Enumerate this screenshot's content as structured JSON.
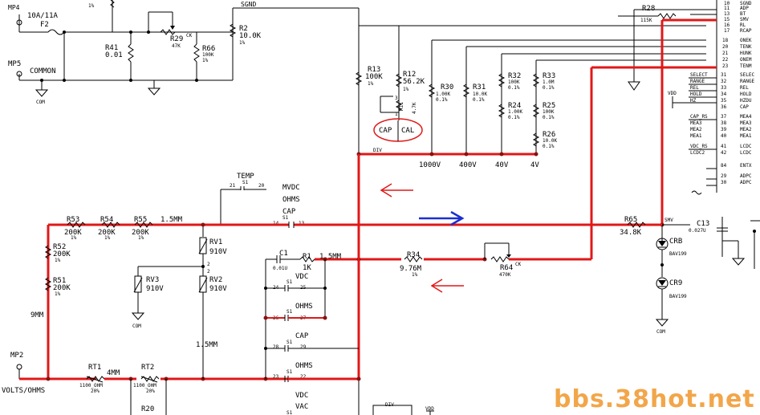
{
  "top": {
    "fuse_rating": "10A/11A",
    "fuse_ref": "F2",
    "mp4": "MP4",
    "mp5": "MP5",
    "common": "COMMON",
    "com": "COM",
    "r41_ref": "R41",
    "r41_val": "0.01",
    "r29_ref": "R29",
    "r29_val": "47K",
    "r66_ref": "R66",
    "r66_val": "100K",
    "r2_ref": "R2",
    "r2_val": "10.0K",
    "sgnd": "SGND",
    "pct": "1%",
    "ck": "CK"
  },
  "divider": {
    "r13_ref": "R13",
    "r13_val": "100K",
    "r12_ref": "R12",
    "r12_val": "56.2K",
    "r11_ref": "R11",
    "r11_val": "4.7K",
    "r30_ref": "R30",
    "r30_val": "1.00K",
    "r31_ref": "R31",
    "r31_val": "10.0K",
    "r32_ref": "R32",
    "r32_val": "100K",
    "r33_ref": "R33",
    "r33_val": "1.0M",
    "r24_ref": "R24",
    "r24_val": "1.00K",
    "r25_ref": "R25",
    "r25_val": "100K",
    "r26_ref": "R26",
    "r26_val": "10.0K",
    "tol": "0.1%",
    "div": "DIV",
    "cap_label": "CAP",
    "cal_label": "CAL",
    "ranges": [
      "1000V",
      "400V",
      "40V",
      "4V"
    ]
  },
  "right_ic": {
    "r28_ref": "R28",
    "r28_val": "115K",
    "vdd": "VDD",
    "pins_top": [
      {
        "n": "10",
        "name": "SGND"
      },
      {
        "n": "11",
        "name": "ADP"
      },
      {
        "n": "13",
        "name": "BT"
      },
      {
        "n": "15",
        "name": "SMV"
      },
      {
        "n": "16",
        "name": "RL"
      },
      {
        "n": "17",
        "name": "RCAP"
      }
    ],
    "pins_mid": [
      {
        "n": "18",
        "name": "ONEK"
      },
      {
        "n": "20",
        "name": "TENK"
      },
      {
        "n": "21",
        "name": "HUNK"
      },
      {
        "n": "22",
        "name": "ONEM"
      },
      {
        "n": "23",
        "name": "TENM"
      }
    ],
    "pins_ctrl": [
      {
        "sig": "SELECT",
        "n": "31",
        "name": "SELEC"
      },
      {
        "sig": "RANGE",
        "n": "32",
        "name": "RANGE"
      },
      {
        "sig": "REL",
        "n": "33",
        "name": "REL"
      },
      {
        "sig": "HOLD",
        "n": "34",
        "name": "HOLD"
      },
      {
        "sig": "HZ",
        "n": "35",
        "name": "HZDU"
      },
      {
        "sig": "",
        "n": "36",
        "name": "CAP"
      }
    ],
    "pins_mea": [
      {
        "sig": "CAP_RS",
        "n": "37",
        "name": "MEA4"
      },
      {
        "sig": "MEA3",
        "n": "38",
        "name": "MEA3"
      },
      {
        "sig": "MEA2",
        "n": "39",
        "name": "MEA2"
      },
      {
        "sig": "MEA1",
        "n": "40",
        "name": "MEA1"
      }
    ],
    "pins_lcd": [
      {
        "sig": "VDC_RS",
        "n": "41",
        "name": "LCDC"
      },
      {
        "sig": "LCDC2",
        "n": "42",
        "name": "LCDC"
      }
    ],
    "pins_bot": [
      {
        "n": "84",
        "name": "ENTX"
      },
      {
        "n": "29",
        "name": "ADPC"
      },
      {
        "n": "30",
        "name": "ADPC"
      }
    ],
    "smv": "SMV",
    "r65_ref": "R65",
    "r65_val": "34.8K",
    "c13_ref": "C13",
    "c13_val": "0.027U",
    "crb": "CRB",
    "cr9": "CR9",
    "bav": "BAV199",
    "com": "COM"
  },
  "switch": {
    "temp": "TEMP",
    "mvdc": "MVDC",
    "ohms": "OHMS",
    "cap": "CAP",
    "s1": "S1",
    "vdc": "VDC",
    "vac": "VAC",
    "div": "DIV",
    "vdd": "VDD",
    "pins": [
      "21",
      "20",
      "14",
      "13",
      "24",
      "25",
      "26",
      "27",
      "28",
      "29",
      "23",
      "22"
    ]
  },
  "left": {
    "r53_ref": "R53",
    "r54_ref": "R54",
    "r55_ref": "R55",
    "r52_ref": "R52",
    "r51_ref": "R51",
    "r200k": "200K",
    "mm15": "1.5MM",
    "mm9": "9MM",
    "mm4": "4MM",
    "mp2": "MP2",
    "volts_ohms": "VOLTS/OHMS",
    "rt1_ref": "RT1",
    "rt2_ref": "RT2",
    "rt_val": "1100_OHM",
    "rt_tol": "20%",
    "r20": "R20",
    "rv1": "RV1",
    "rv2": "RV2",
    "rv3": "RV3",
    "rv_val": "910V",
    "com": "COM"
  },
  "mid": {
    "c1_ref": "C1",
    "c1_val": "0.01U",
    "r1_ref": "R1",
    "r1_val": "1K",
    "r34_ref": "R34",
    "r34_val": "9.76M",
    "r64_ref": "R64",
    "r64_val": "470K",
    "mm15": "1.5MM"
  },
  "watermark": "bbs.38hot.net"
}
